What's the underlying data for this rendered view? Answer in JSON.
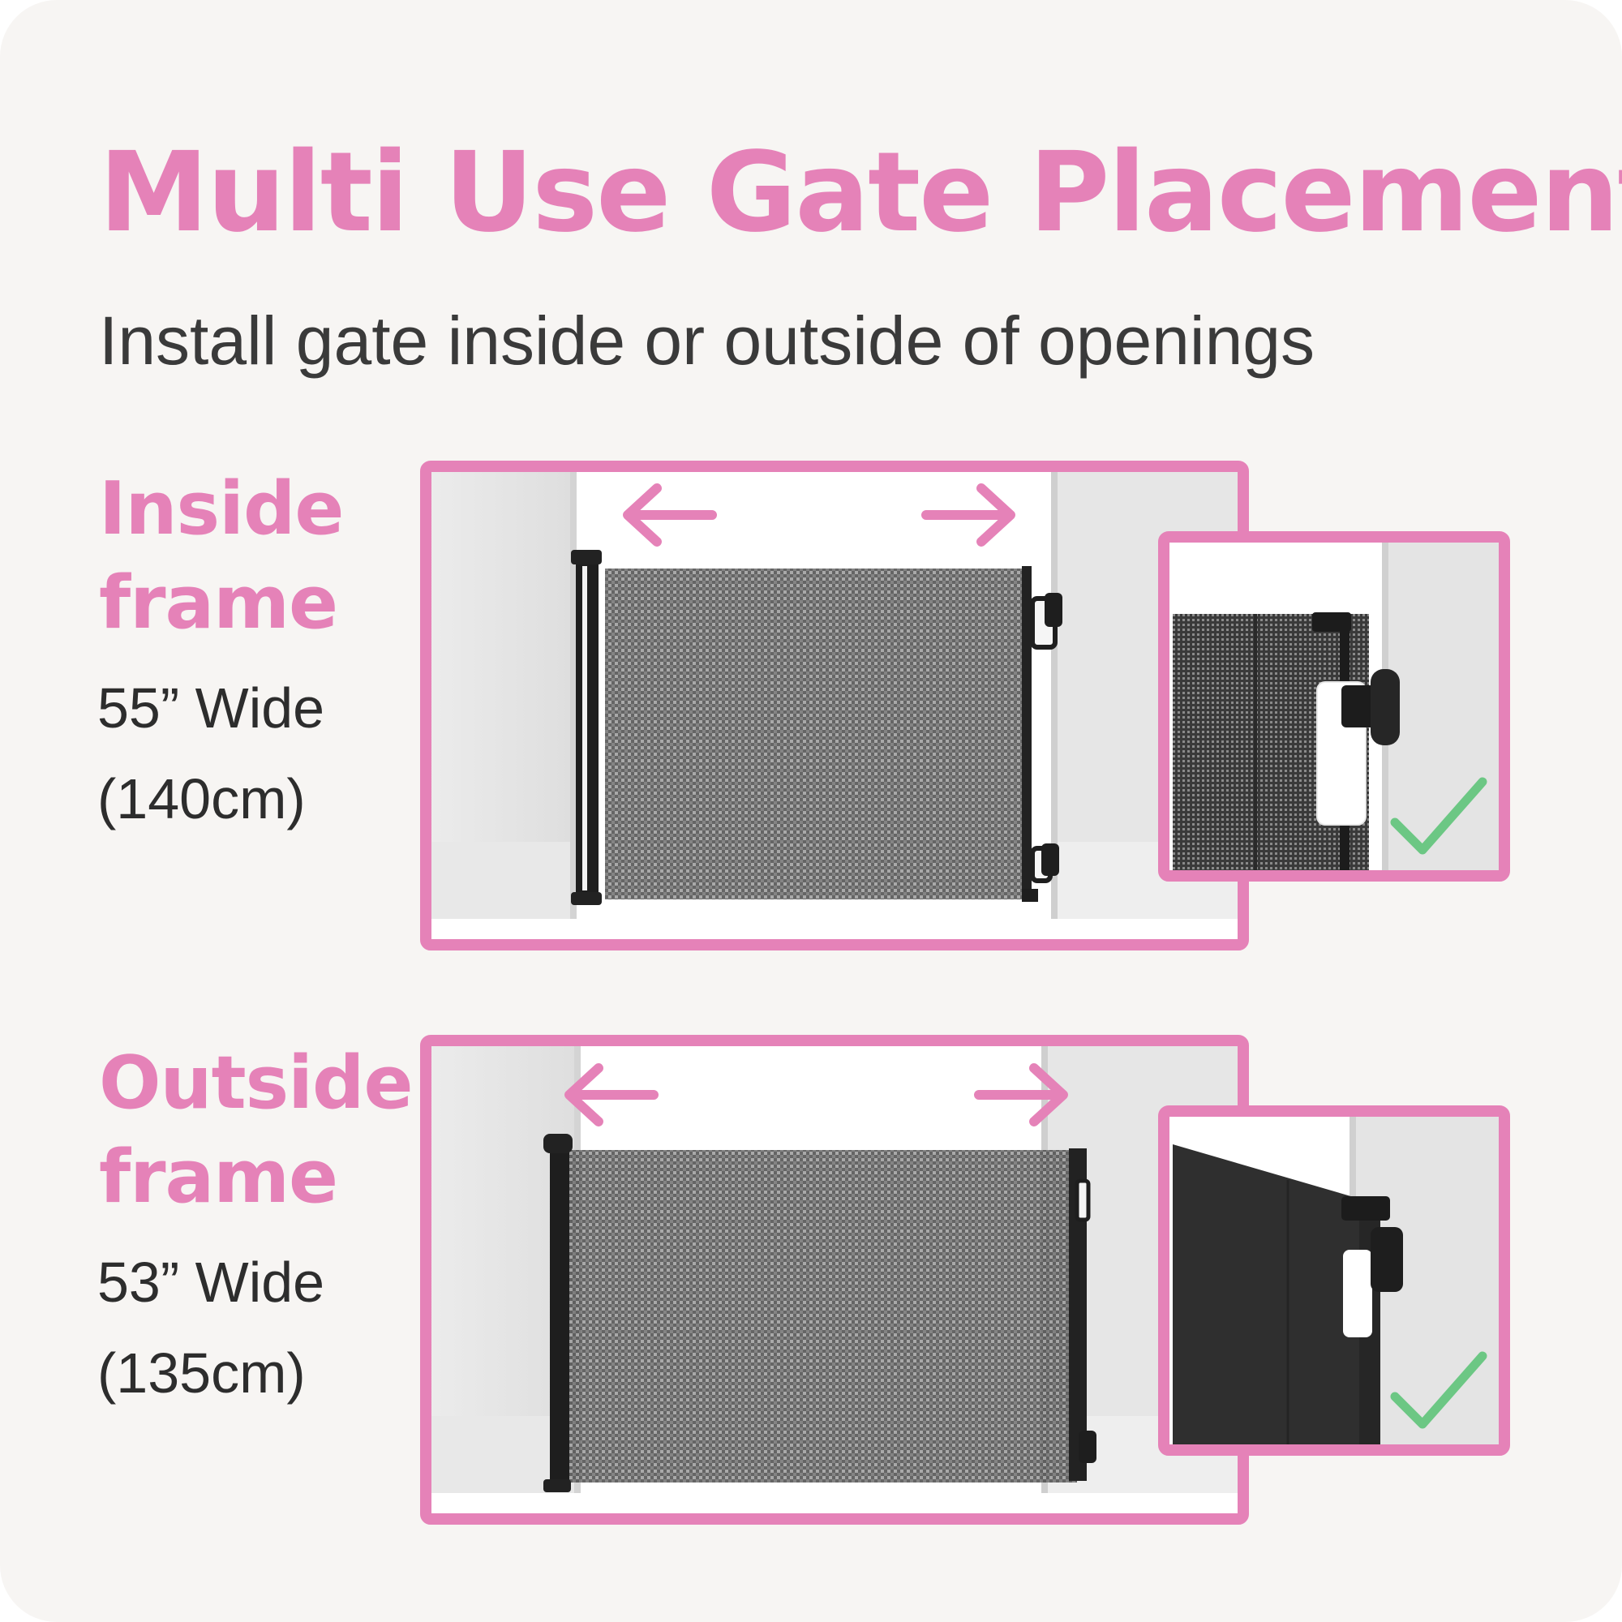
{
  "title": "Multi Use Gate Placement",
  "subtitle": "Install gate inside or outside of openings",
  "sections": [
    {
      "label_line1": "Inside",
      "label_line2": "frame",
      "width_in": "55” Wide",
      "width_cm": "(140cm)"
    },
    {
      "label_line1": "Outside",
      "label_line2": "frame",
      "width_in": "53” Wide",
      "width_cm": "(135cm)"
    }
  ],
  "colors": {
    "accent": "#e582b8",
    "check": "#6cc784",
    "mesh": "#3a3a3a",
    "text": "#3a3a3a",
    "background": "#f7f5f3"
  },
  "icons": [
    "arrow-left-icon",
    "arrow-right-icon",
    "check-icon"
  ]
}
